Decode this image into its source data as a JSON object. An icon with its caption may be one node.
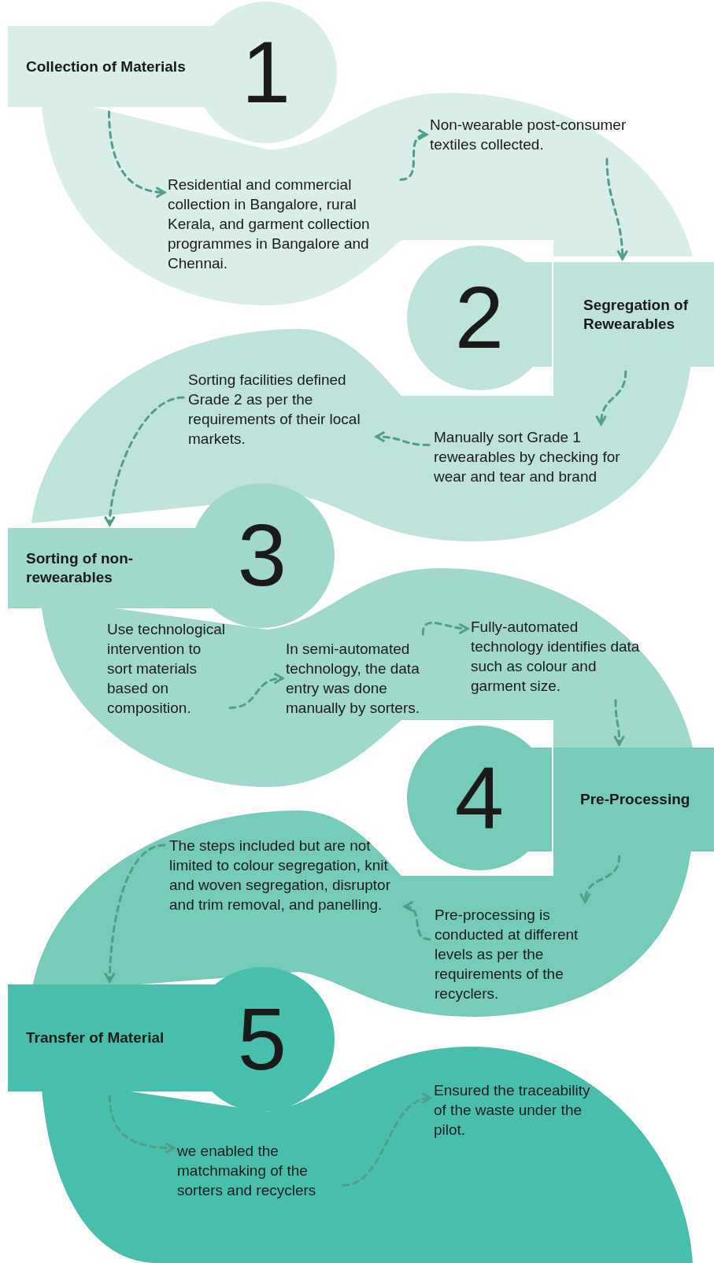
{
  "diagram": {
    "nodes": [
      {
        "text": [
          "Collection of Materials"
        ]
      },
      {
        "text": [
          "1"
        ]
      },
      {
        "text": [
          "Residential and commercial collection in Bangalore, rural Kerala, and garment collection programmes in Bangalore and Chennai."
        ]
      },
      {
        "text": [
          "Non-wearable post-consumer textiles collected."
        ]
      },
      {
        "text": [
          "Segregation of Rewearables"
        ]
      },
      {
        "text": [
          "2"
        ]
      },
      {
        "text": [
          "Manually sort Grade 1 rewearables by checking for wear and tear and brand"
        ]
      },
      {
        "text": [
          "Sorting facilities defined Grade 2 as per the requirements of their local markets."
        ]
      },
      {
        "text": [
          "Sorting of non-rewearables"
        ]
      },
      {
        "text": [
          "3"
        ]
      },
      {
        "text": [
          "Use technological intervention to sort materials based on composition."
        ]
      },
      {
        "text": [
          "In semi-automated technology, the data entry was done manually by sorters."
        ]
      },
      {
        "text": [
          "Fully-automated technology identifies data such as colour and garment size."
        ]
      },
      {
        "text": [
          "Pre-Processing"
        ]
      },
      {
        "text": [
          "4"
        ]
      },
      {
        "text": [
          "Pre-processing is conducted at different levels as per the requirements of the recyclers."
        ]
      },
      {
        "text": [
          "The steps included but are not limited to colour segregation, knit and woven segregation, disruptor and trim removal, and panelling."
        ]
      },
      {
        "text": [
          "Transfer of Material"
        ]
      },
      {
        "text": [
          "5"
        ]
      },
      {
        "text": [
          "we enabled the matchmaking of the sorters and recyclers"
        ]
      },
      {
        "text": [
          "Ensured the traceability of the waste under the pilot."
        ]
      }
    ],
    "edges": [
      {
        "from": 0,
        "to": 2,
        "arrow": "to"
      },
      {
        "from": 2,
        "to": 3,
        "arrow": "to"
      },
      {
        "from": 3,
        "to": 4,
        "arrow": "to"
      },
      {
        "from": 4,
        "to": 6,
        "arrow": "to"
      },
      {
        "from": 6,
        "to": 7,
        "arrow": "to"
      },
      {
        "from": 7,
        "to": 8,
        "arrow": "to"
      },
      {
        "from": 10,
        "to": 11,
        "arrow": "to"
      },
      {
        "from": 11,
        "to": 12,
        "arrow": "to"
      },
      {
        "from": 12,
        "to": 13,
        "arrow": "to"
      },
      {
        "from": 13,
        "to": 15,
        "arrow": "to"
      },
      {
        "from": 15,
        "to": 16,
        "arrow": "to"
      },
      {
        "from": 16,
        "to": 17,
        "arrow": "to"
      },
      {
        "from": 17,
        "to": 19,
        "arrow": "to"
      },
      {
        "from": 19,
        "to": 20,
        "arrow": "to"
      }
    ]
  }
}
